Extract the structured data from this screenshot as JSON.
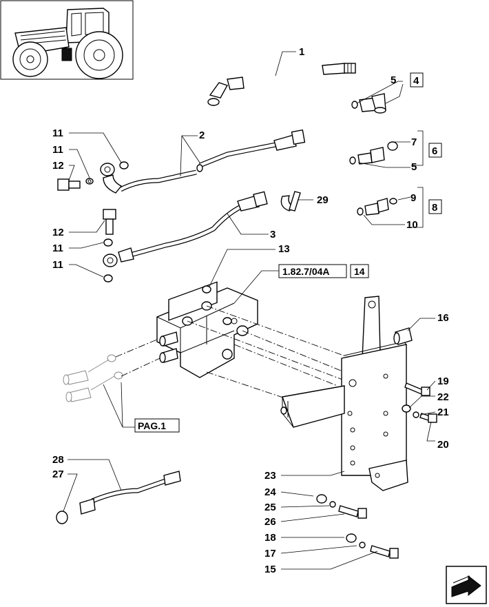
{
  "diagram": {
    "callouts": [
      "1",
      "2",
      "3",
      "4",
      "5",
      "5",
      "6",
      "7",
      "8",
      "9",
      "10",
      "11",
      "11",
      "11",
      "11",
      "12",
      "12",
      "13",
      "14",
      "15",
      "16",
      "17",
      "18",
      "19",
      "20",
      "21",
      "22",
      "23",
      "24",
      "25",
      "26",
      "27",
      "28",
      "29"
    ],
    "references": {
      "ref_1_82": "1.82.7/04A",
      "ref_14": "14",
      "pag": "PAG.1",
      "box_4": "4",
      "box_6": "6",
      "box_8": "8"
    },
    "icons": [
      "tractor-thumbnail",
      "next-page-arrow-icon"
    ]
  }
}
